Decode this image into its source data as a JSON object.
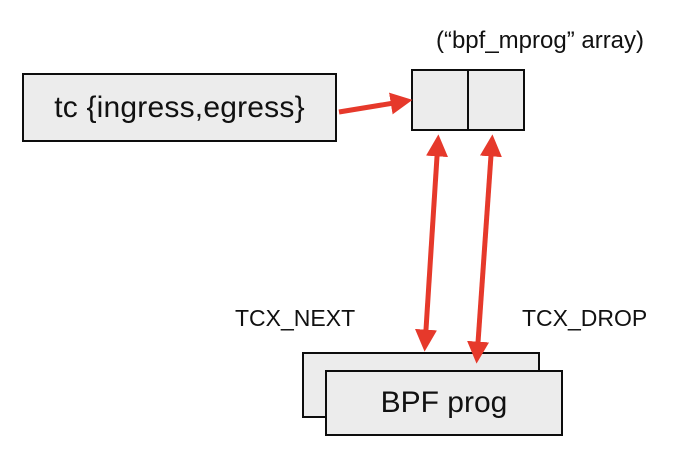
{
  "colors": {
    "arrow": "#e6392b",
    "box_fill": "#ececec",
    "box_border": "#0d0d0d",
    "background": "#ffffff"
  },
  "nodes": {
    "tc": {
      "label": "tc {ingress,egress}"
    },
    "mprog": {
      "caption": "(“bpf_mprog” array)",
      "cell_count": 2
    },
    "bpf_prog": {
      "label": "BPF prog"
    }
  },
  "arrows": {
    "tc_to_array": {
      "from": "tc",
      "to": "mprog"
    },
    "tcx_next_label": "TCX_NEXT",
    "tcx_drop_label": "TCX_DROP"
  }
}
